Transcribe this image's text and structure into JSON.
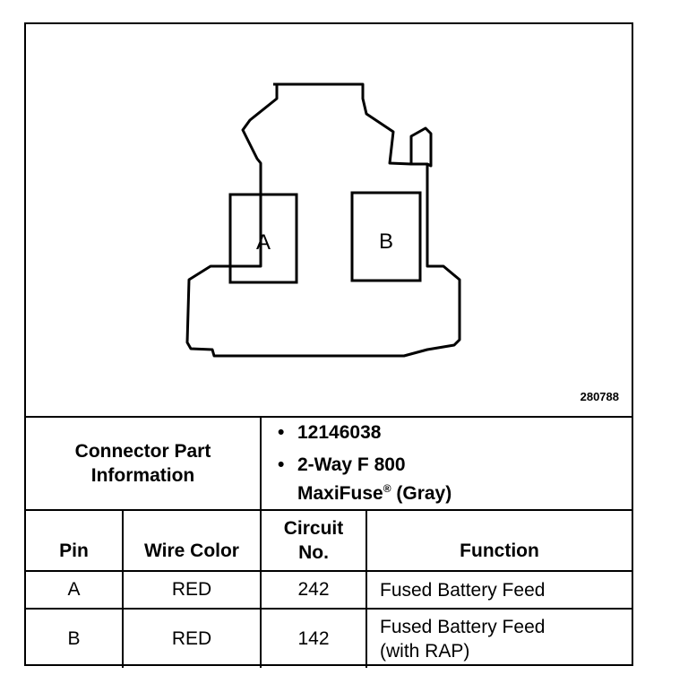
{
  "figure": {
    "id": "280788",
    "pin_labels": [
      "A",
      "B"
    ]
  },
  "connector_info": {
    "label_line1": "Connector Part",
    "label_line2": "Information",
    "part_number": "12146038",
    "description_line1": "2-Way F 800",
    "description_line2_prefix": "MaxiFuse",
    "description_line2_reg": "®",
    "description_line2_suffix": " (Gray)"
  },
  "table": {
    "headers": {
      "pin": "Pin",
      "wire_color": "Wire Color",
      "circuit_line1": "Circuit",
      "circuit_line2": "No.",
      "function": "Function"
    },
    "rows": [
      {
        "pin": "A",
        "wire_color": "RED",
        "circuit": "242",
        "function_line1": "Fused Battery Feed",
        "function_line2": ""
      },
      {
        "pin": "B",
        "wire_color": "RED",
        "circuit": "142",
        "function_line1": "Fused Battery Feed",
        "function_line2": "(with RAP)"
      }
    ]
  }
}
